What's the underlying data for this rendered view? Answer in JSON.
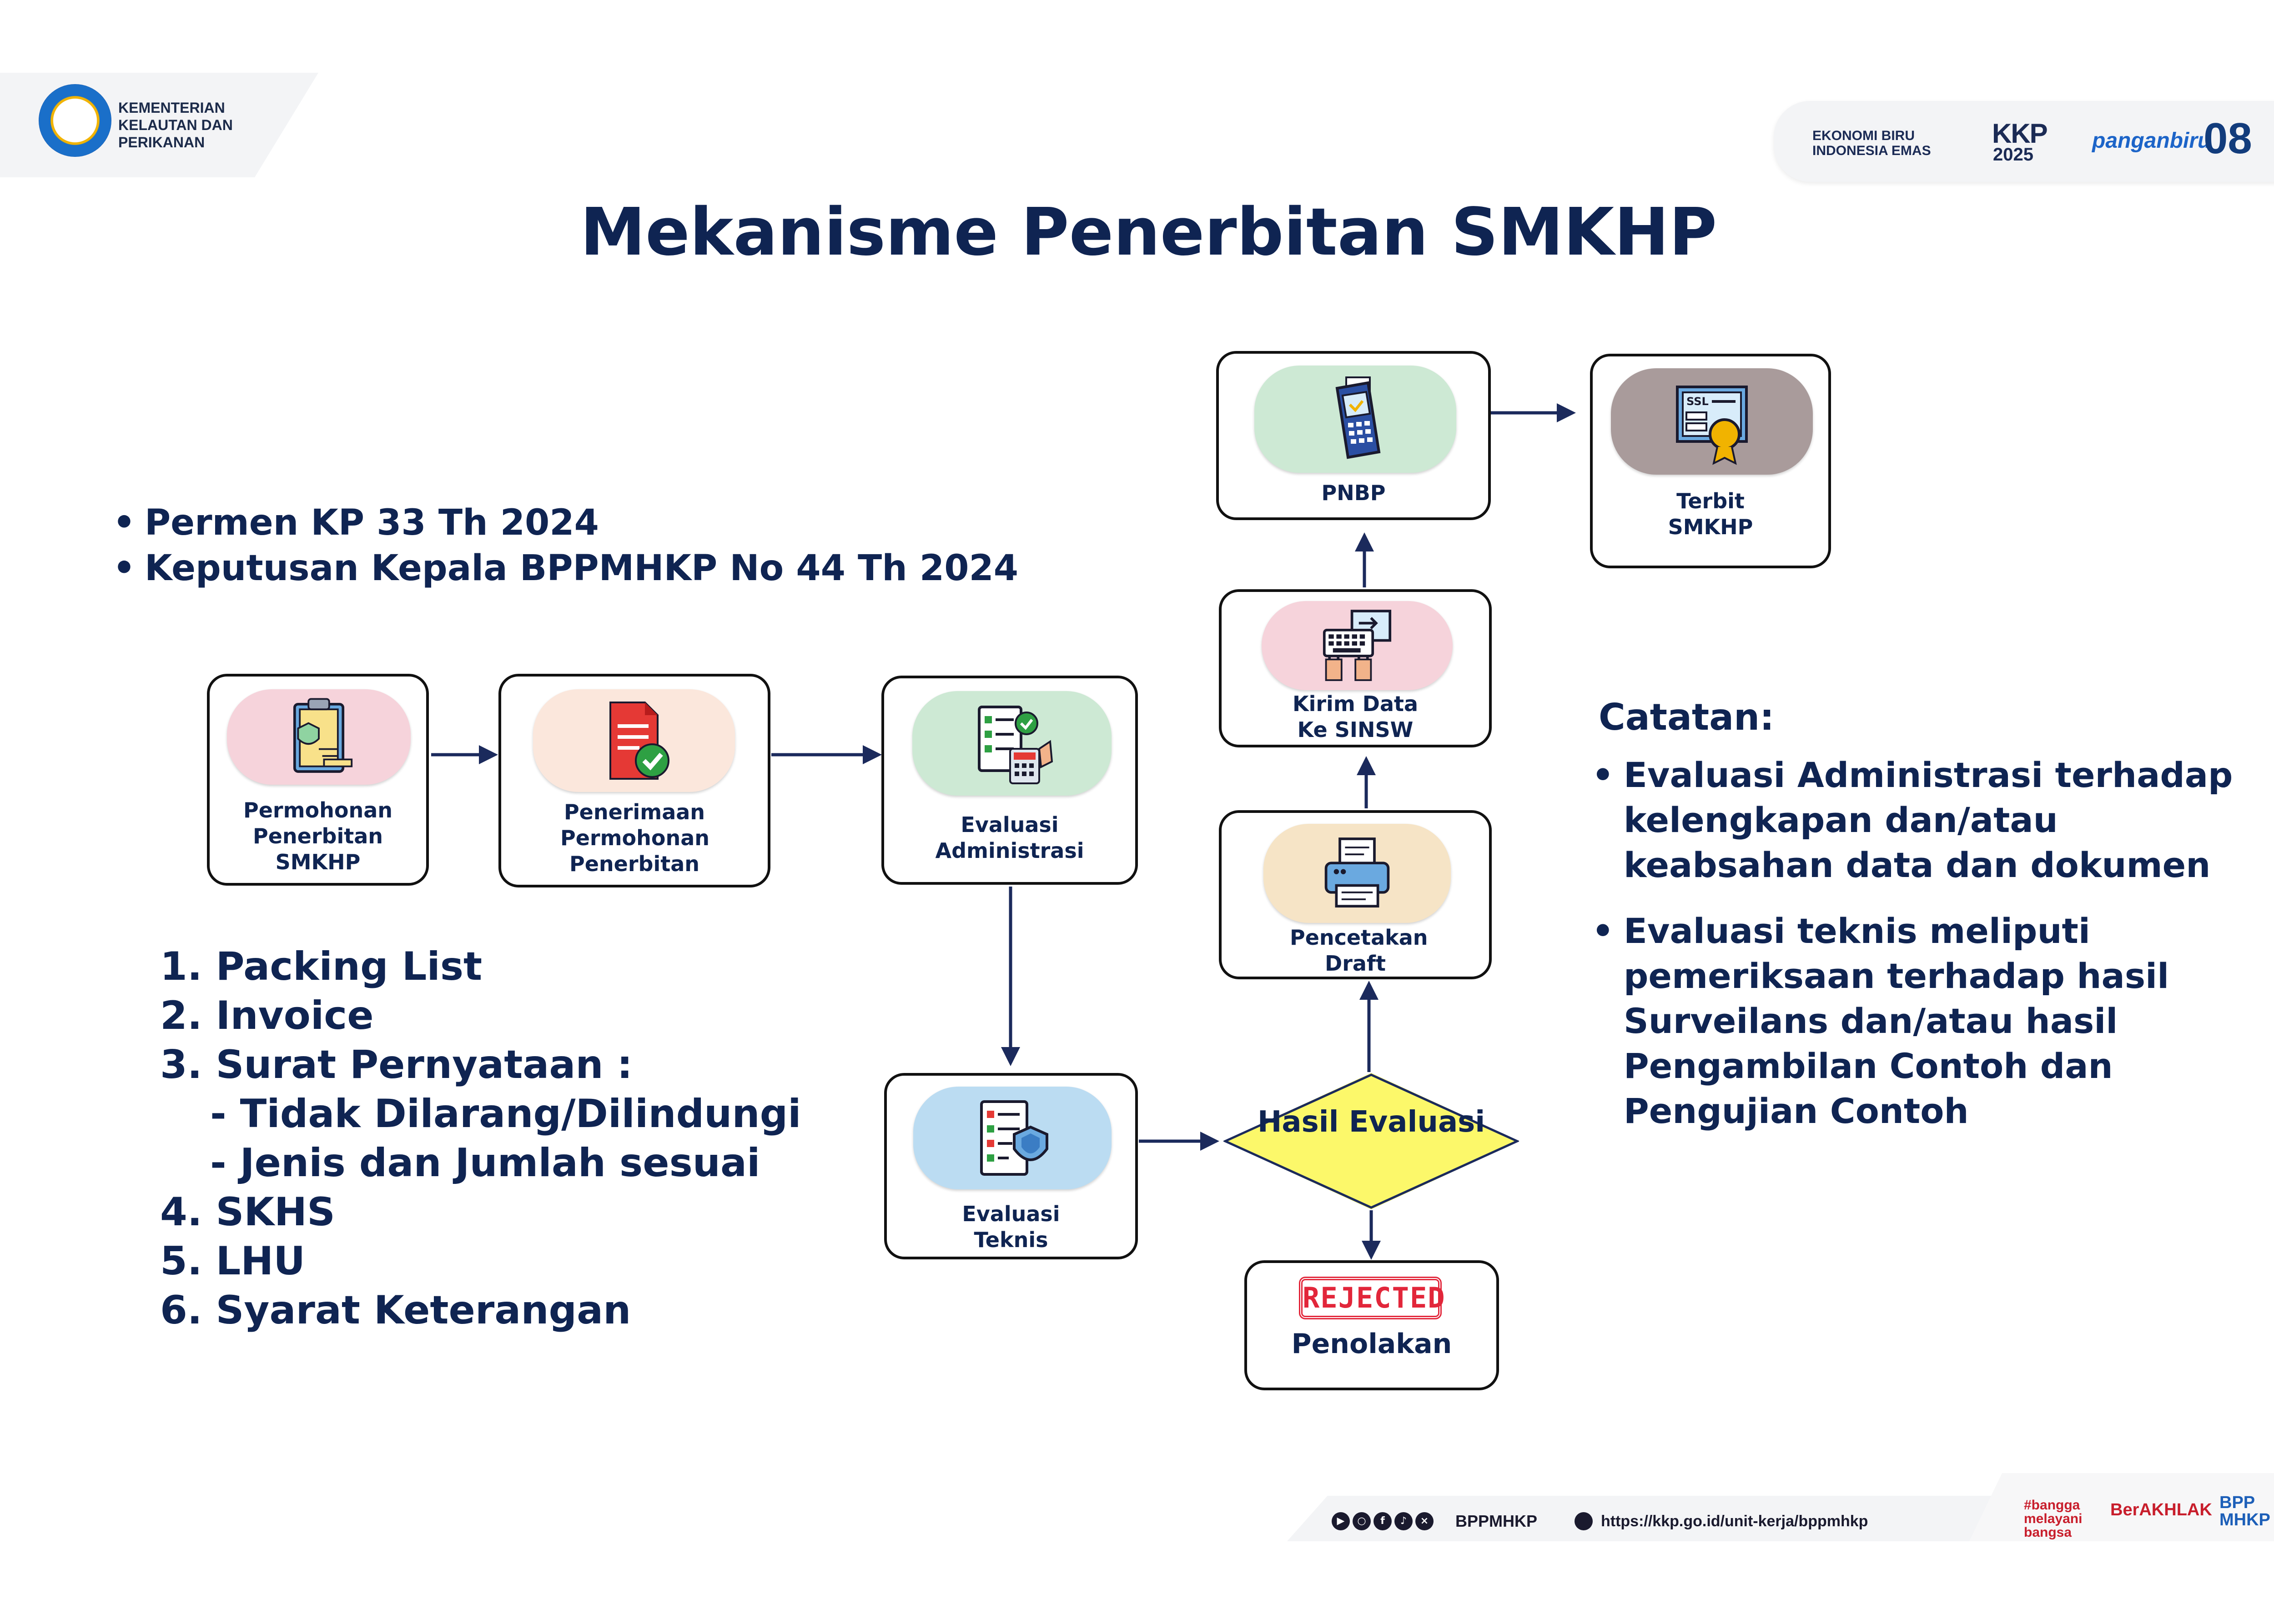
{
  "header": {
    "ministry_name": "KEMENTERIAN KELAUTAN DAN PERIKANAN",
    "partner_logos": {
      "ekonomi_biru": "EKONOMI BIRU INDONESIA EMAS",
      "kkp": "KKP",
      "kkp_year": "2025",
      "panganbiru": "panganbiru",
      "eight": "08"
    }
  },
  "title": "Mekanisme Penerbitan SMKHP",
  "references": [
    "Permen KP 33 Th 2024",
    "Keputusan Kepala BPPMHKP No 44 Th 2024"
  ],
  "documents": [
    "1. Packing List",
    "2. Invoice",
    "3. Surat Pernyataan :",
    "- Tidak Dilarang/Dilindungi",
    "- Jenis dan Jumlah sesuai",
    "4. SKHS",
    "5. LHU",
    "6. Syarat Keterangan"
  ],
  "flow": {
    "permohonan": {
      "label": "Permohonan Penerbitan SMKHP",
      "icon": "clipboard-shield-icon"
    },
    "penerimaan": {
      "label": "Penerimaan Permohonan Penerbitan",
      "icon": "document-check-icon"
    },
    "evaluasi_administrasi": {
      "label": "Evaluasi Administrasi",
      "icon": "checklist-calculator-icon"
    },
    "evaluasi_teknis": {
      "label": "Evaluasi Teknis",
      "icon": "checklist-shield-icon"
    },
    "decision": {
      "label": "Hasil Evaluasi"
    },
    "penolakan": {
      "stamp": "REJECTED",
      "label": "Penolakan"
    },
    "pencetakan": {
      "label": "Pencetakan Draft",
      "icon": "printer-icon"
    },
    "kirim_data": {
      "label": "Kirim Data Ke SINSW",
      "icon": "keyboard-monitor-icon"
    },
    "pnbp": {
      "label": "PNBP",
      "icon": "payment-terminal-icon"
    },
    "terbit": {
      "label": "Terbit SMKHP",
      "icon": "certificate-icon"
    }
  },
  "notes": {
    "heading": "Catatan:",
    "items": [
      "Evaluasi Administrasi terhadap kelengkapan dan/atau keabsahan data dan dokumen",
      "Evaluasi teknis meliputi pemeriksaan terhadap hasil Surveilans dan/atau hasil Pengambilan Contoh dan Pengujian Contoh"
    ]
  },
  "footer": {
    "social_handle": "BPPMHKP",
    "url": "https://kkp.go.id/unit-kerja/bppmhkp",
    "logos": {
      "bangga": "#bangga melayani bangsa",
      "berakhlak": "BerAKHLAK",
      "bppmhkp": "BPP MHKP"
    }
  },
  "colors": {
    "title_navy": "#0f2452",
    "arrow_navy": "#1b2a5c",
    "decision_yellow": "#fcf86a",
    "rejected_red": "#e2263a"
  }
}
